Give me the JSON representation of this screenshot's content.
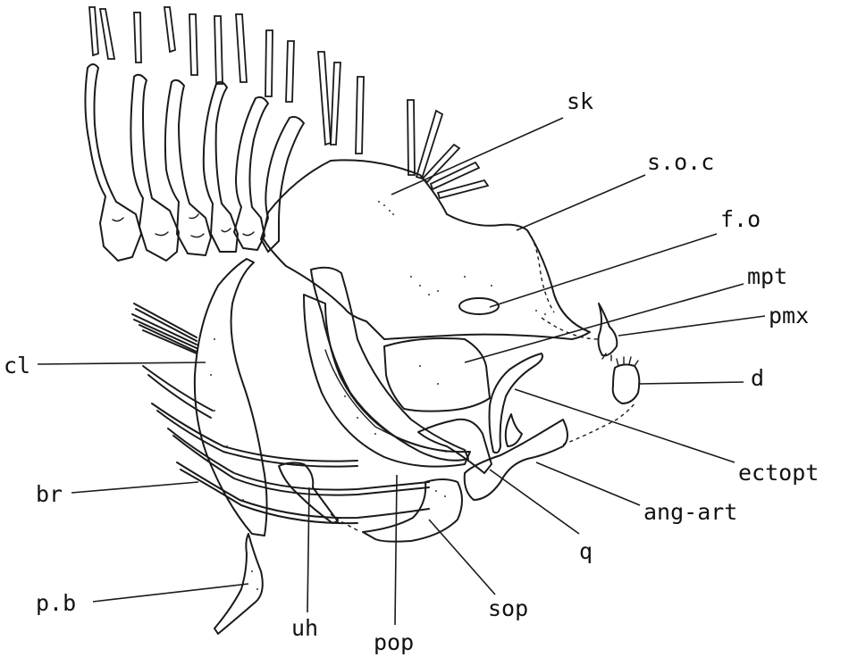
{
  "labels": {
    "sk": "sk",
    "soc": "s.o.c",
    "fo": "f.o",
    "mpt": "mpt",
    "pmx": "pmx",
    "d": "d",
    "ectopt": "ectopt",
    "angart": "ang-art",
    "q": "q",
    "sop": "sop",
    "pop": "pop",
    "uh": "uh",
    "pb": "p.b",
    "br": "br",
    "cl": "cl"
  }
}
